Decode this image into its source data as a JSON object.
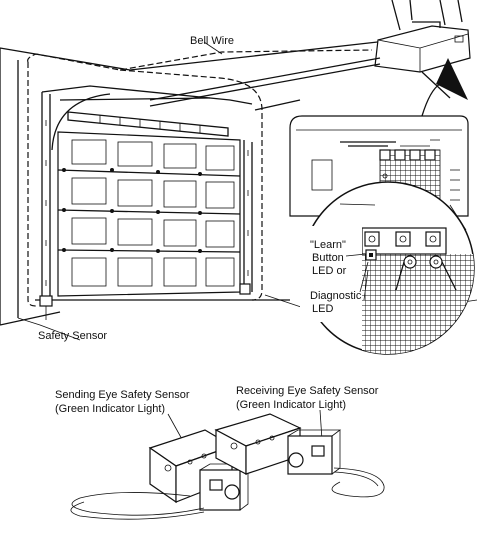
{
  "labels": {
    "bell_wire": "Bell Wire",
    "safety_sensor": "Safety Sensor",
    "learn_button": "\"Learn\"",
    "button": "Button",
    "led_or": "LED or",
    "diagnostic": "Diagnostic",
    "led": "LED",
    "sending_eye_line1": "Sending Eye Safety Sensor",
    "sending_eye_line2": "(Green Indicator Light)",
    "receiving_eye_line1": "Receiving Eye Safety Sensor",
    "receiving_eye_line2": "(Green Indicator Light)"
  }
}
